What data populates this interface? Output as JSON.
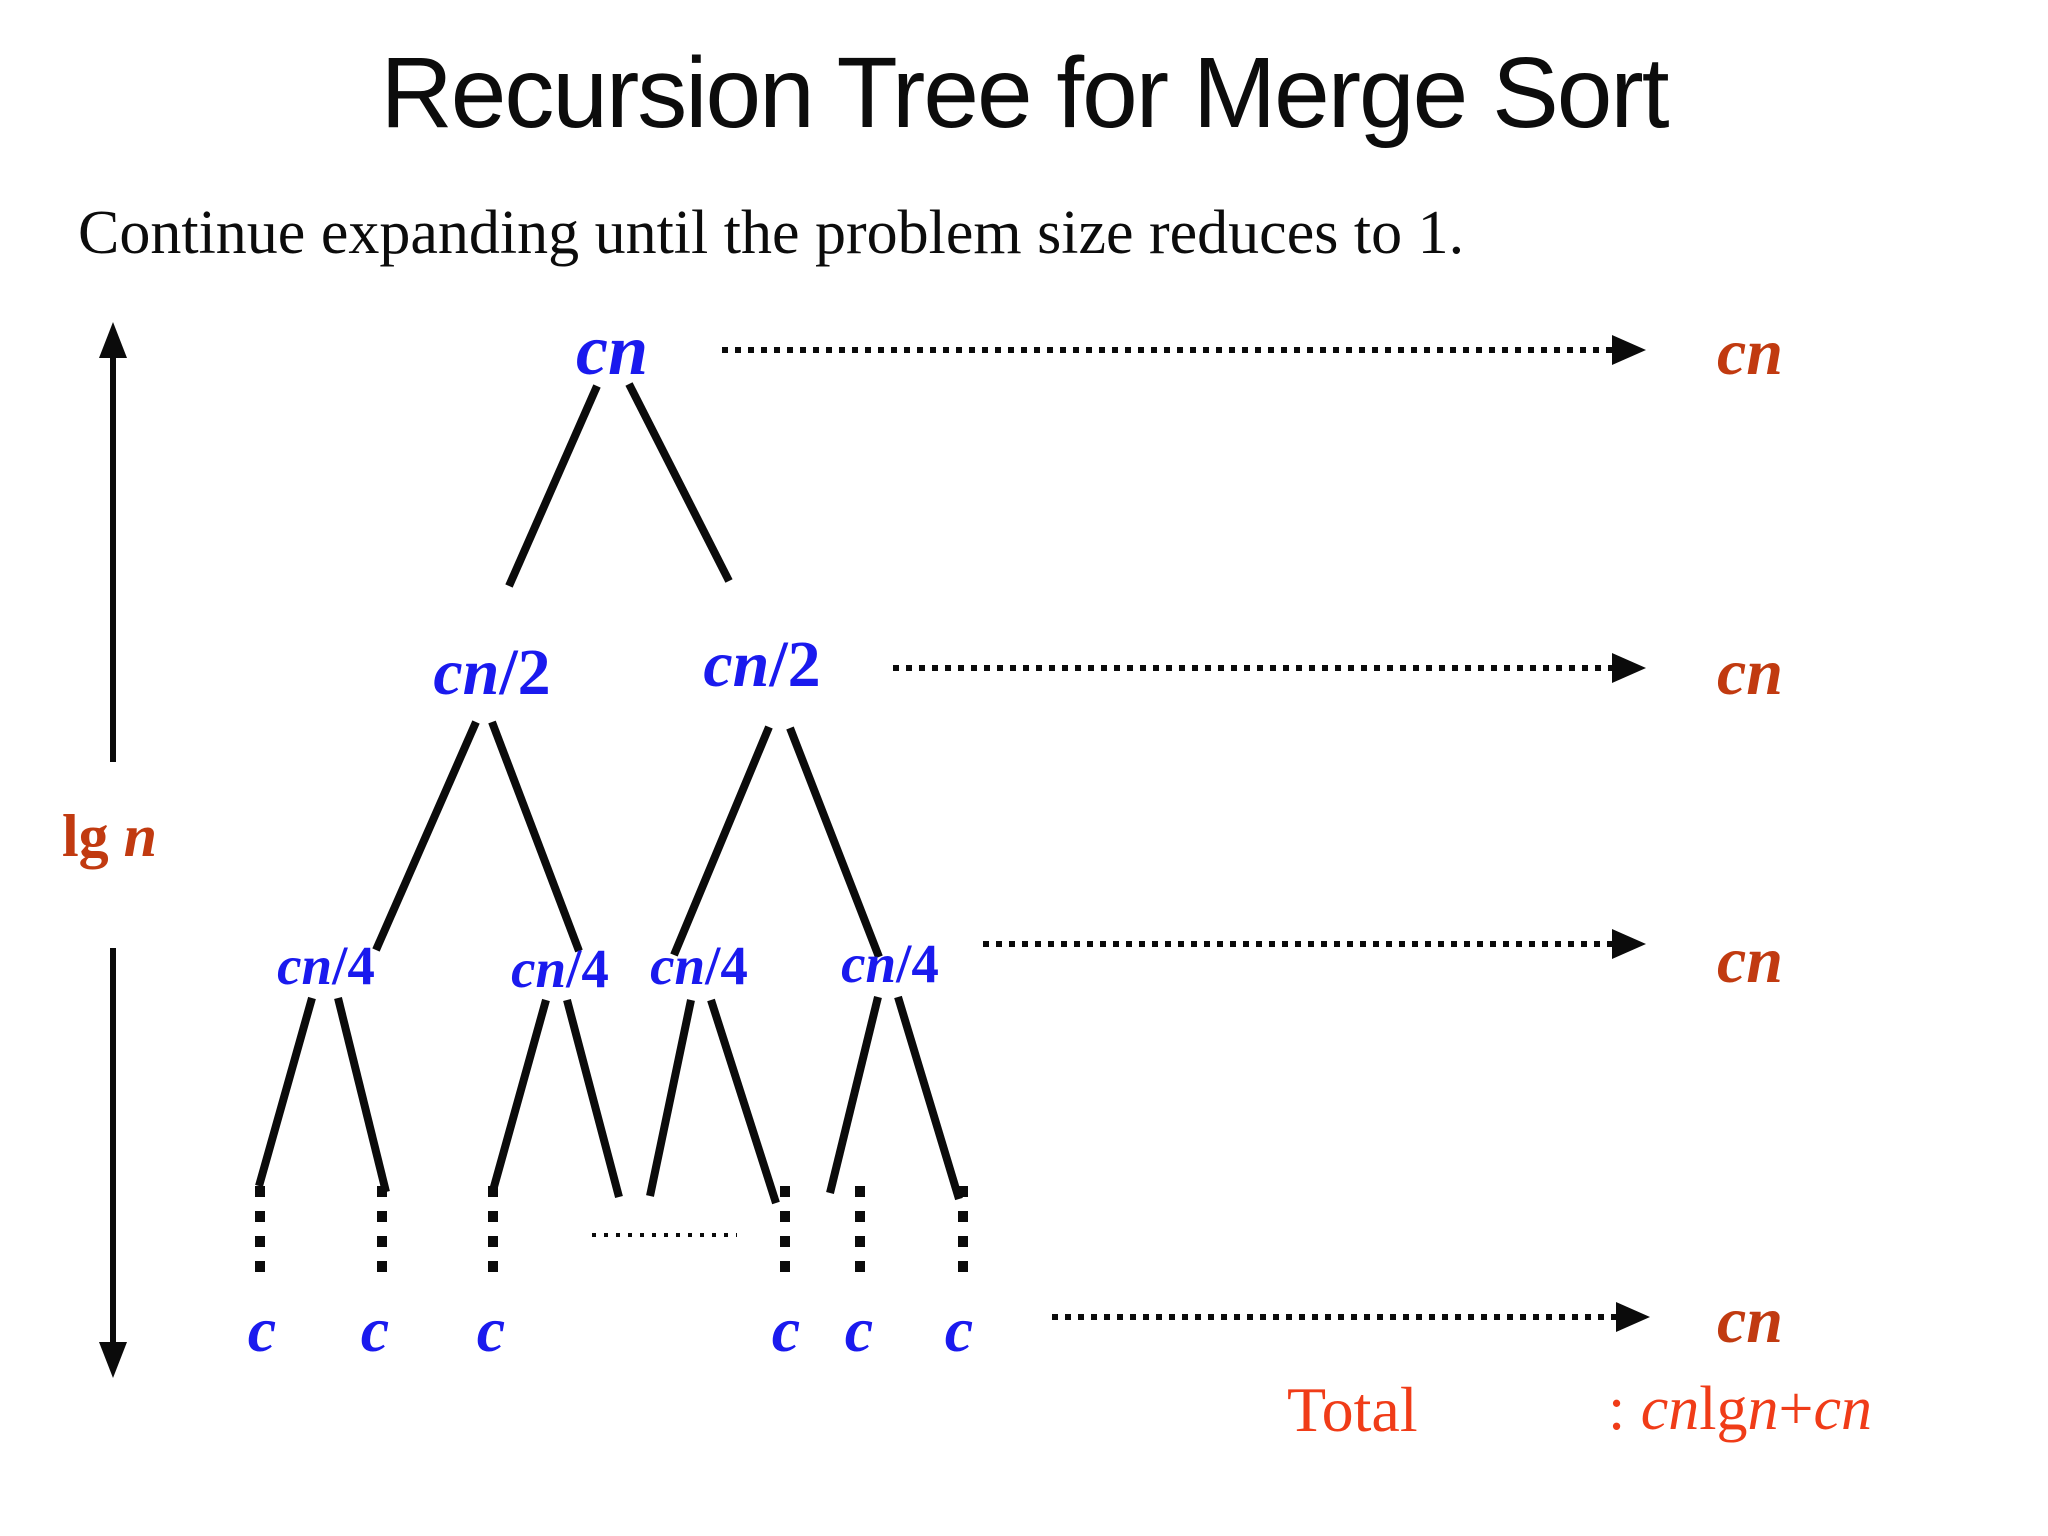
{
  "slide": {
    "title": "Recursion Tree for Merge Sort",
    "subtitle": "Continue expanding until the problem size reduces to 1.",
    "depth_label": {
      "lg": "lg ",
      "n": "n"
    },
    "tree": {
      "root": "cn",
      "level2": [
        {
          "base": "cn",
          "div": "/2"
        },
        {
          "base": "cn",
          "div": "/2"
        }
      ],
      "level3": [
        {
          "base": "cn",
          "div": "/4"
        },
        {
          "base": "cn",
          "div": "/4"
        },
        {
          "base": "cn",
          "div": "/4"
        },
        {
          "base": "cn",
          "div": "/4"
        }
      ],
      "leaves": [
        "c",
        "c",
        "c",
        "c",
        "c",
        "c"
      ]
    },
    "row_costs": [
      "cn",
      "cn",
      "cn",
      "cn"
    ],
    "total": {
      "label": "Total",
      "colon": ": ",
      "cn1": "cn",
      "lg": "lg",
      "n": "n",
      "plus": "+",
      "cn2": "cn"
    },
    "colors": {
      "node_blue": "#1a1aee",
      "cost_red": "#c13a10",
      "total_red": "#f03c18",
      "ink": "#0b0b0b",
      "background": "#ffffff"
    }
  }
}
